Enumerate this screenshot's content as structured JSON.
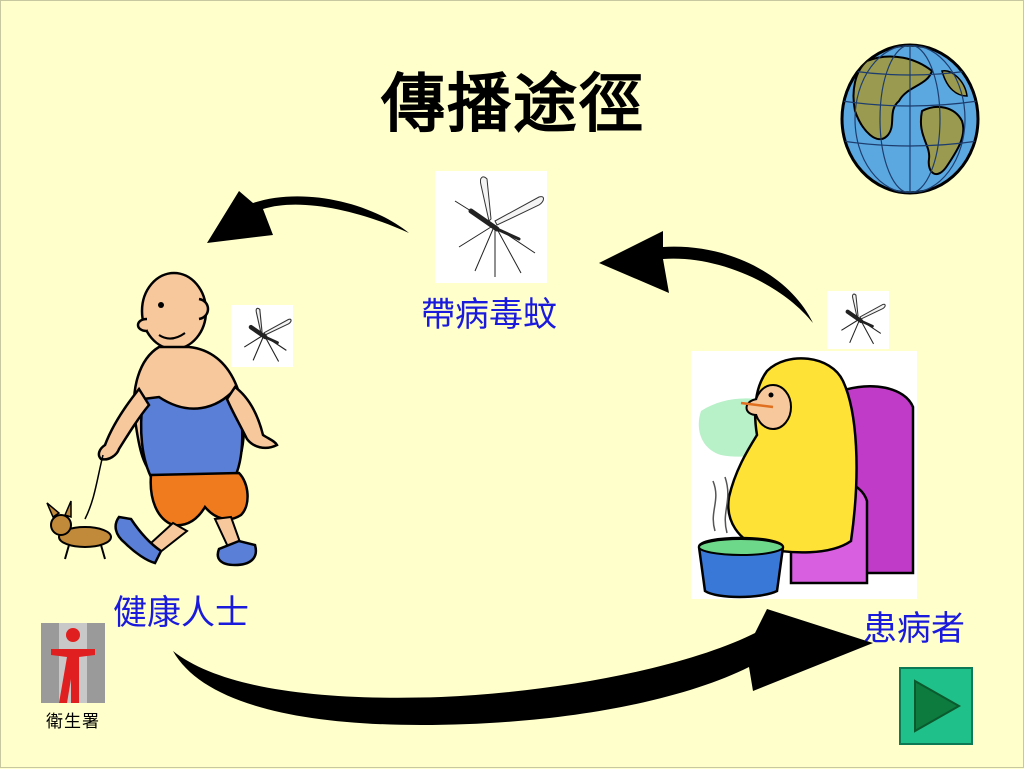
{
  "slide": {
    "title": "傳播途徑",
    "labels": {
      "mosquito": "帶病毒蚊",
      "healthy": "健康人士",
      "patient": "患病者"
    },
    "logo_text": "衛生署"
  },
  "icons": {
    "globe": "globe-icon",
    "mosquito": "mosquito-icon",
    "next": "play-triangle-icon"
  },
  "colors": {
    "background": "#ffffcc",
    "label": "#1a1adc",
    "arrow": "#000000",
    "next_button": "#20c08a",
    "logo_red": "#e02020"
  }
}
